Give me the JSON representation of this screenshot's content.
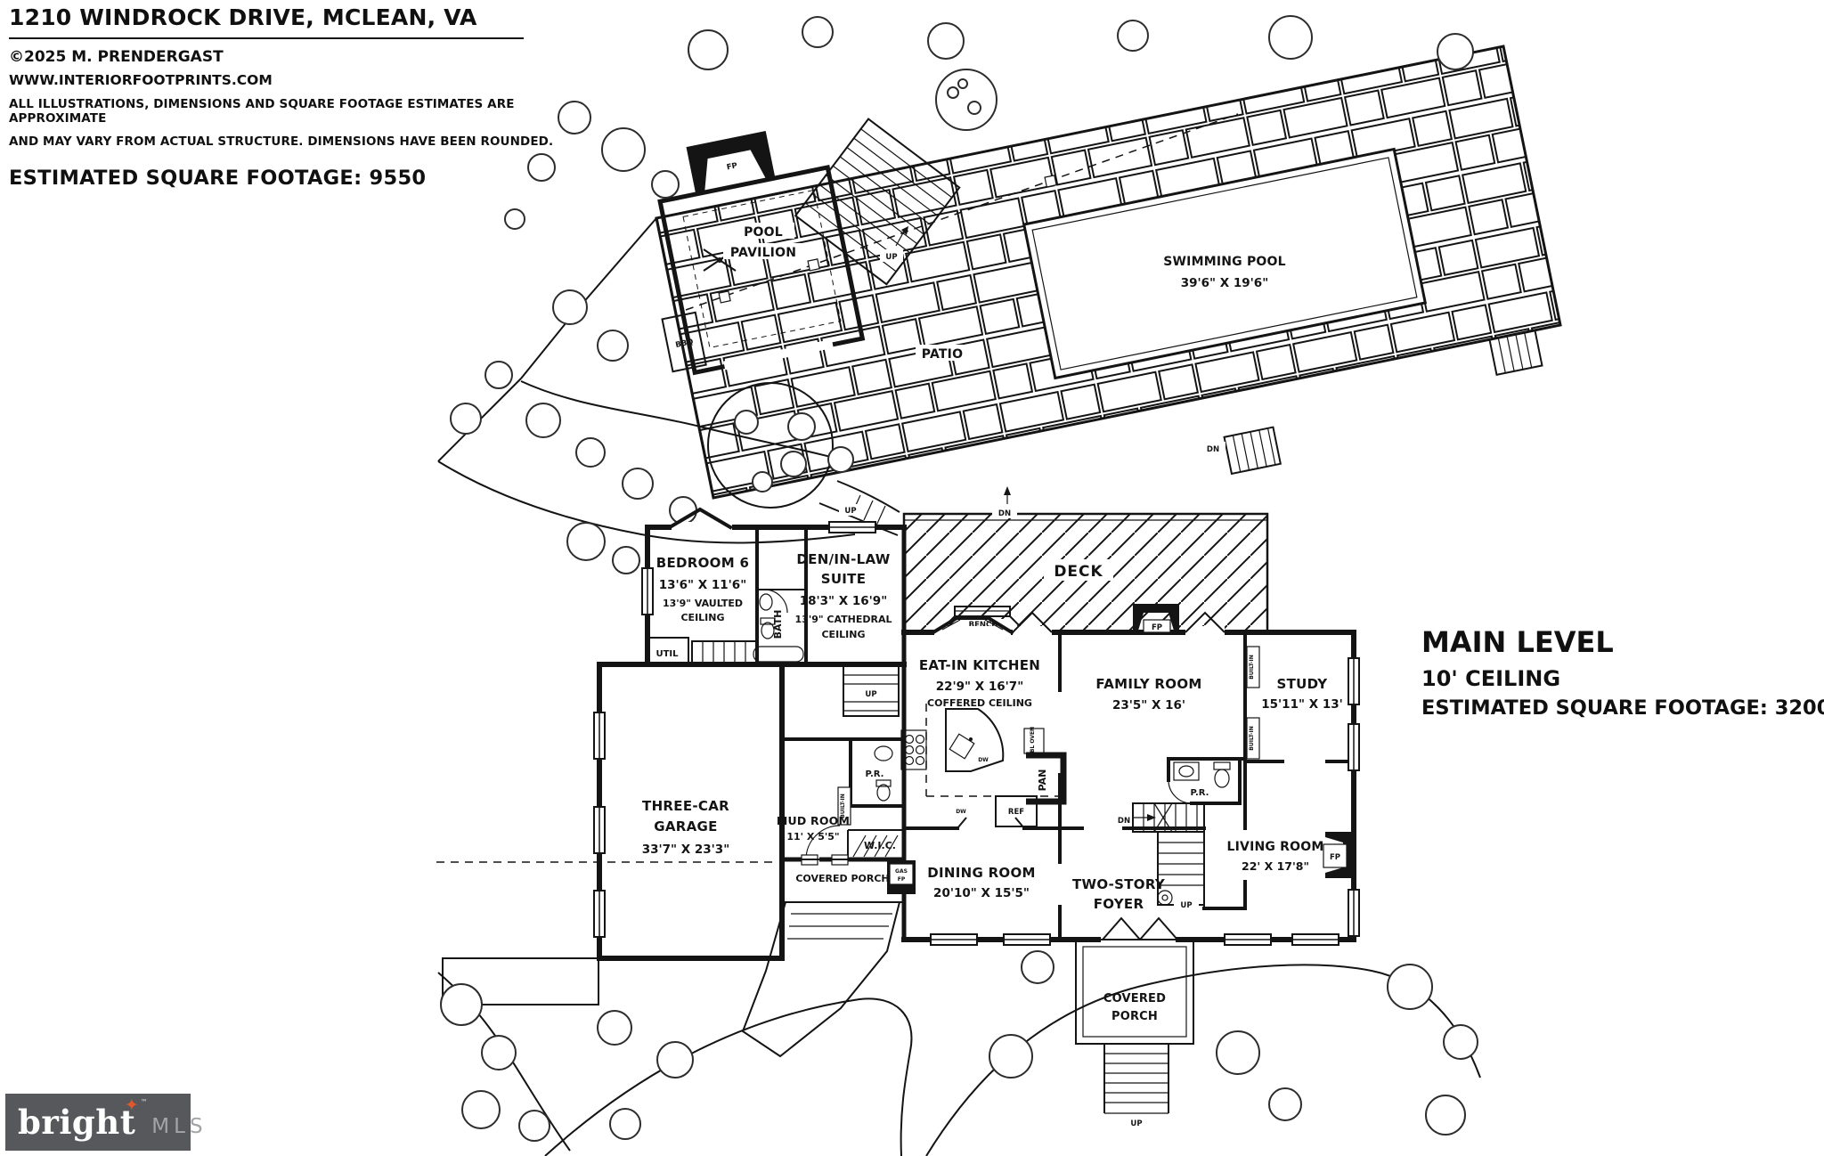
{
  "header": {
    "address": "1210 WINDROCK DRIVE, MCLEAN, VA",
    "copyright": "©2025 M. PRENDERGAST",
    "website": "WWW.INTERIORFOOTPRINTS.COM",
    "disclaimer1": "ALL ILLUSTRATIONS, DIMENSIONS AND SQUARE FOOTAGE ESTIMATES ARE APPROXIMATE",
    "disclaimer2": "AND MAY VARY FROM ACTUAL STRUCTURE. DIMENSIONS HAVE BEEN ROUNDED.",
    "total_sqft": "ESTIMATED SQUARE FOOTAGE: 9550"
  },
  "level": {
    "title": "MAIN LEVEL",
    "ceiling": "10' CEILING",
    "sqft": "ESTIMATED SQUARE FOOTAGE: 3200"
  },
  "outdoor": {
    "pool_line1": "SWIMMING POOL",
    "pool_line2": "39'6\" X 19'6\"",
    "pavilion_line1": "POOL",
    "pavilion_line2": "PAVILION",
    "patio": "PATIO",
    "deck": "DECK",
    "bench": "BENCH",
    "bbq": "BBQ"
  },
  "rooms": {
    "bedroom6_name": "BEDROOM 6",
    "bedroom6_dim": "13'6\" X 11'6\"",
    "bedroom6_ceiling1": "13'9\" VAULTED",
    "bedroom6_ceiling2": "CEILING",
    "bath": "BATH",
    "util": "UTIL",
    "den_name1": "DEN/IN-LAW",
    "den_name2": "SUITE",
    "den_dim": "18'3\" X 16'9\"",
    "den_ceiling1": "13'9\" CATHEDRAL",
    "den_ceiling2": "CEILING",
    "kitchen_name": "EAT-IN KITCHEN",
    "kitchen_dim": "22'9\" X 16'7\"",
    "kitchen_ceiling": "COFFERED CEILING",
    "family_name": "FAMILY ROOM",
    "family_dim": "23'5\" X 16'",
    "study_name": "STUDY",
    "study_dim": "15'11\" X 13'",
    "garage_name1": "THREE-CAR",
    "garage_name2": "GARAGE",
    "garage_dim": "33'7\" X 23'3\"",
    "mudroom_name": "MUD ROOM",
    "mudroom_dim": "11' X 5'5\"",
    "dining_name": "DINING ROOM",
    "dining_dim": "20'10\" X 15'5\"",
    "foyer_name1": "TWO-STORY",
    "foyer_name2": "FOYER",
    "living_name": "LIVING ROOM",
    "living_dim": "22' X 17'8\"",
    "porch_side": "COVERED PORCH",
    "porch_front1": "COVERED",
    "porch_front2": "PORCH",
    "wic": "W.I.C.",
    "pr": "P.R.",
    "pan": "PAN",
    "dbl_oven": "DBL OVEN",
    "built_in": "BUILT-IN"
  },
  "annotations": {
    "up": "UP",
    "dn": "DN",
    "fp": "FP",
    "gas": "GAS",
    "ref": "REF",
    "dw": "DW"
  },
  "logo": {
    "brand": "bright",
    "mls": "MLS",
    "tm": "™",
    "star": "✦"
  },
  "colors": {
    "ink": "#141414",
    "logo_bg": "#57585b",
    "logo_star": "#e0582b",
    "logo_mls": "#a2a4a7"
  }
}
